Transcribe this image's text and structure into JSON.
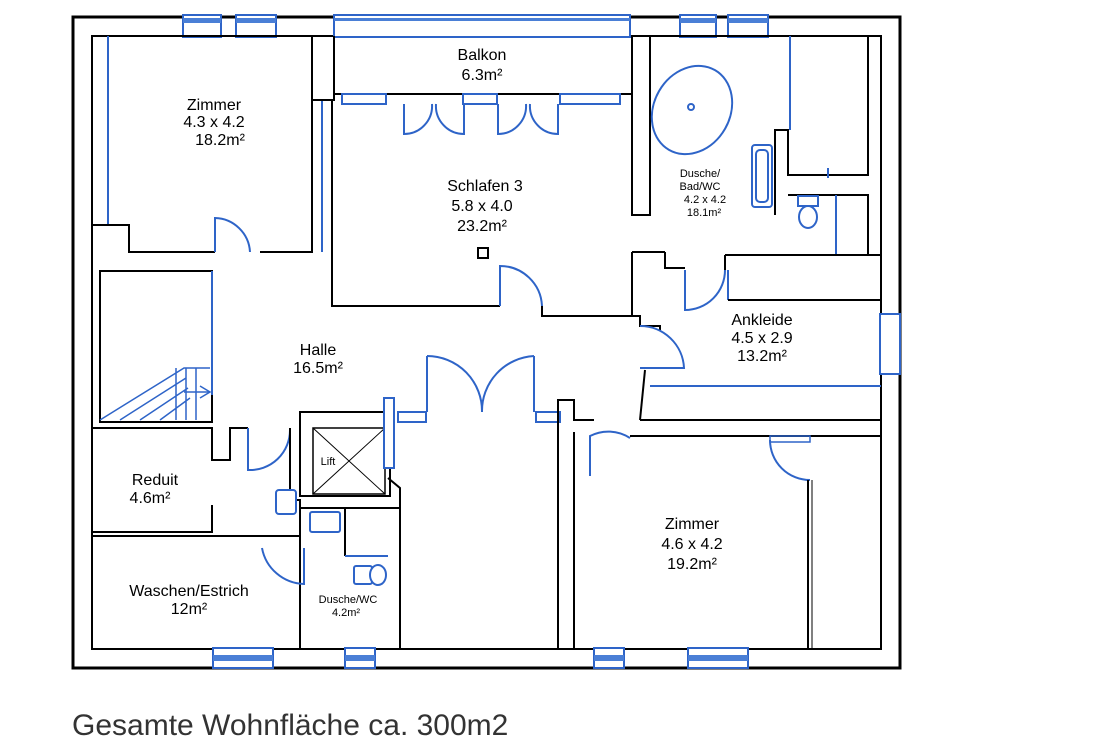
{
  "rooms": {
    "zimmer_nw": {
      "name": "Zimmer",
      "size": "4.3 x 4.2",
      "area": "18.2m²"
    },
    "balkon": {
      "name": "Balkon",
      "area": "6.3m²"
    },
    "schlafen": {
      "name": "Schlafen 3",
      "size": "5.8 x 4.0",
      "area": "23.2m²"
    },
    "bad": {
      "name_line1": "Dusche/",
      "name_line2": "Bad/WC",
      "size": "4.2 x 4.2",
      "area": "18.1m²"
    },
    "halle": {
      "name": "Halle",
      "area": "16.5m²"
    },
    "ankleide": {
      "name": "Ankleide",
      "size": "4.5 x 2.9",
      "area": "13.2m²"
    },
    "reduit": {
      "name": "Reduit",
      "area": "4.6m²"
    },
    "lift": {
      "name": "Lift"
    },
    "waschen": {
      "name": "Waschen/Estrich",
      "area": "12m²"
    },
    "dusche_wc": {
      "name": "Dusche/WC",
      "area": "4.2m²"
    },
    "zimmer_se": {
      "name": "Zimmer",
      "size": "4.6 x 4.2",
      "area": "19.2m²"
    }
  },
  "footer": {
    "total_area": "Gesamte Wohnfläche ca. 300m2"
  },
  "colors": {
    "wall": "#000000",
    "fixtures": "#2e64c8",
    "background": "#ffffff"
  }
}
